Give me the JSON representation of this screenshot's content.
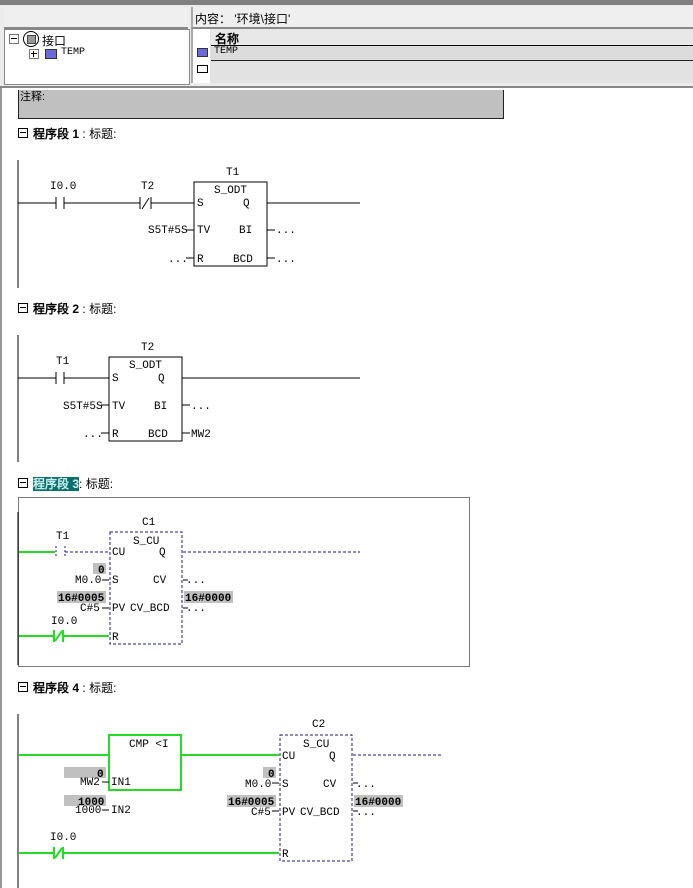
{
  "interface_panel": {
    "content_label": "内容： '环境\\接口'",
    "tree": {
      "root": {
        "label": "接口",
        "icon": "interface-icon",
        "expanded": true
      },
      "children": [
        {
          "label": "TEMP",
          "icon": "temp-block-icon",
          "expanded": false
        }
      ]
    },
    "table": {
      "column_header": "名称",
      "rows": [
        {
          "name": "TEMP",
          "icon": "temp-block-icon"
        }
      ],
      "new_row_icon": "new-row-icon"
    }
  },
  "comment": {
    "label": "注释:"
  },
  "networks": [
    {
      "prefix": "程序段",
      "number": "1",
      "sep": ":",
      "title": "标题:",
      "selected": false,
      "contacts": [
        {
          "label": "I0.0",
          "type": "NO"
        },
        {
          "label": "T2",
          "type": "NC"
        }
      ],
      "block": {
        "name": "T1",
        "type": "S_ODT",
        "pins_left": [
          {
            "pin": "S",
            "value": ""
          },
          {
            "pin": "TV",
            "value": "S5T#5S"
          },
          {
            "pin": "R",
            "value": "..."
          }
        ],
        "pins_right": [
          {
            "pin": "Q",
            "value": ""
          },
          {
            "pin": "BI",
            "value": "..."
          },
          {
            "pin": "BCD",
            "value": "..."
          }
        ]
      }
    },
    {
      "prefix": "程序段",
      "number": "2",
      "sep": ":",
      "title": "标题:",
      "selected": false,
      "contacts": [
        {
          "label": "T1",
          "type": "NO"
        }
      ],
      "block": {
        "name": "T2",
        "type": "S_ODT",
        "pins_left": [
          {
            "pin": "S",
            "value": ""
          },
          {
            "pin": "TV",
            "value": "S5T#5S"
          },
          {
            "pin": "R",
            "value": "..."
          }
        ],
        "pins_right": [
          {
            "pin": "Q",
            "value": ""
          },
          {
            "pin": "BI",
            "value": "..."
          },
          {
            "pin": "BCD",
            "value": "MW2"
          }
        ]
      }
    },
    {
      "prefix": "程序段",
      "number": "3",
      "sep": ":",
      "title": "标题:",
      "selected": true,
      "contacts": [
        {
          "label": "T1",
          "type": "NO",
          "status": "not-powered"
        },
        {
          "label": "I0.0",
          "type": "NC",
          "status": "powered"
        }
      ],
      "block": {
        "name": "C1",
        "type": "S_CU",
        "pins_left": [
          {
            "pin": "CU",
            "value": ""
          },
          {
            "pin": "S",
            "value": "M0.0",
            "status_value": "0"
          },
          {
            "pin": "PV",
            "value": "C#5",
            "status_value": "16#0005"
          },
          {
            "pin": "R",
            "value": ""
          }
        ],
        "pins_right": [
          {
            "pin": "Q",
            "value": ""
          },
          {
            "pin": "CV",
            "value": "...",
            "status_value": "16#0000"
          },
          {
            "pin": "CV_BCD",
            "value": "..."
          }
        ]
      }
    },
    {
      "prefix": "程序段",
      "number": "4",
      "sep": ":",
      "title": "标题:",
      "selected": false,
      "compare": {
        "type": "CMP <I",
        "pins": [
          {
            "pin": "IN1",
            "value": "MW2",
            "status_value": "0"
          },
          {
            "pin": "IN2",
            "value": "1000",
            "status_value": "1000"
          }
        ]
      },
      "contacts": [
        {
          "label": "I0.0",
          "type": "NC",
          "status": "powered"
        }
      ],
      "block": {
        "name": "C2",
        "type": "S_CU",
        "pins_left": [
          {
            "pin": "CU",
            "value": ""
          },
          {
            "pin": "S",
            "value": "M0.0",
            "status_value": "0"
          },
          {
            "pin": "PV",
            "value": "C#5",
            "status_value": "16#0005"
          },
          {
            "pin": "R",
            "value": ""
          }
        ],
        "pins_right": [
          {
            "pin": "Q",
            "value": ""
          },
          {
            "pin": "CV",
            "value": "...",
            "status_value": "16#0000"
          },
          {
            "pin": "CV_BCD",
            "value": "..."
          }
        ]
      }
    }
  ],
  "colors": {
    "powered": "#22dd22",
    "unpowered": "#1a1a80",
    "status_bg": "#c0c0c0",
    "selection": "#0b6f6b",
    "rung": "#000000"
  }
}
